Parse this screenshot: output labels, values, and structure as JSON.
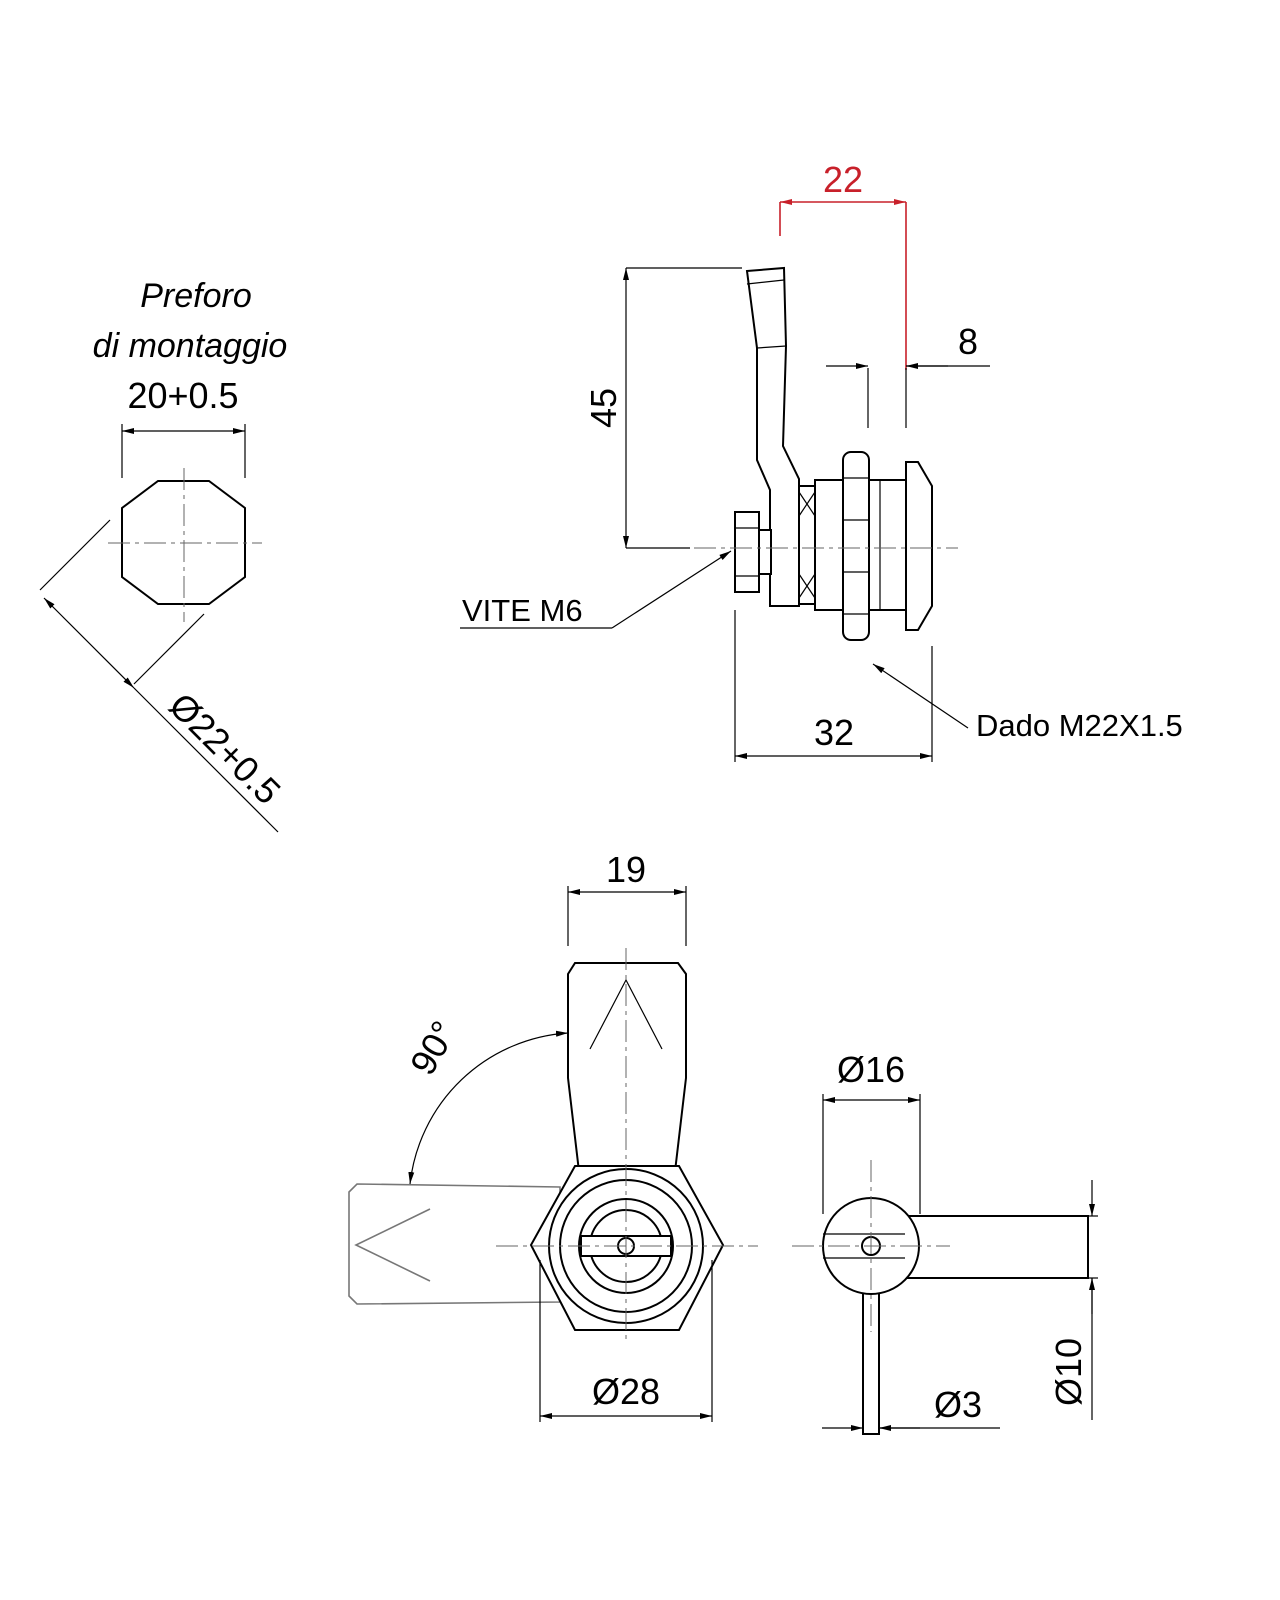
{
  "mounting_hole": {
    "title_line1": "Preforo",
    "title_line2": "di montaggio",
    "flat_dimension": "20+0.5",
    "diameter_dimension": "Ø22+0.5"
  },
  "side_view": {
    "lever_offset": "22",
    "thread_length": "8",
    "lever_height": "45",
    "total_depth": "32",
    "screw_label": "VITE M6",
    "nut_label": "Dado M22X1.5"
  },
  "front_view": {
    "lever_width": "19",
    "rotation_angle": "90°",
    "body_diameter": "Ø28"
  },
  "cam_view": {
    "cam_diameter": "Ø16",
    "pin_diameter": "Ø3",
    "arm_diameter": "Ø10"
  },
  "colors": {
    "line": "#000000",
    "highlight_dimension": "#c8202a"
  }
}
